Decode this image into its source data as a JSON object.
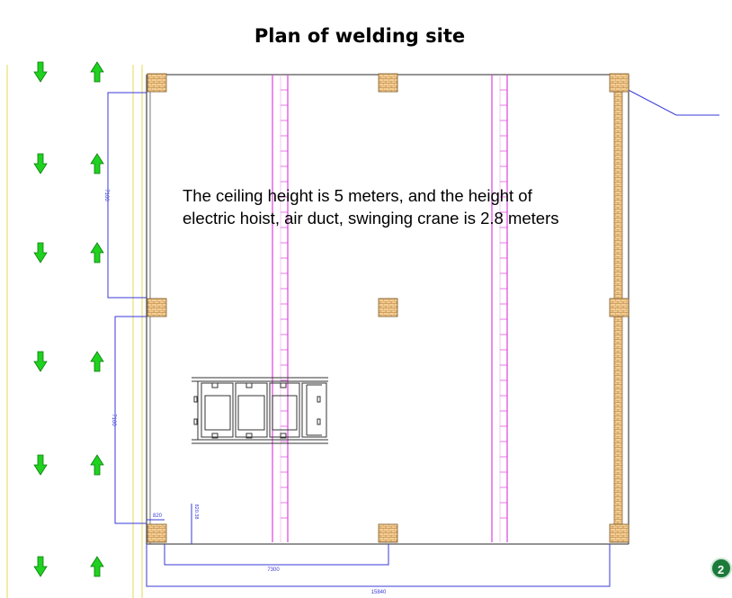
{
  "title": "Plan of welding site",
  "note": "The ceiling height is 5 meters, and the height of electric hoist, air duct, swinging crane is 2.8 meters",
  "dimensions": {
    "upper_bay": "7100",
    "lower_bay": "7100",
    "column_offset": "820",
    "small_offset": "820.38",
    "bay_width": "7300",
    "overall_width": "15840"
  },
  "corner_button_glyph": "2",
  "colors": {
    "arrow_green": "#1fd21f",
    "dimension_blue": "#3a3ad8",
    "magenta_rail": "#e040e0",
    "column_fill": "#f3c98b",
    "wall_line": "#555555",
    "yellow_guide": "#e8e070"
  },
  "icons": {
    "down": "arrow-down-icon",
    "up": "arrow-up-icon"
  }
}
